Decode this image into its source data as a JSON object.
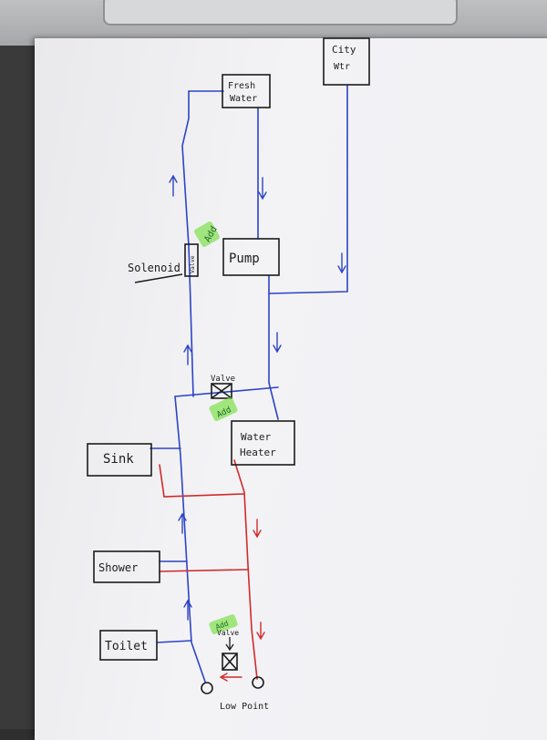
{
  "labels": {
    "fresh_water_1": "Fresh",
    "fresh_water_2": "Water",
    "city_water_1": "City",
    "city_water_2": "Wtr",
    "pump": "Pump",
    "solenoid": "Solenoid",
    "solenoid_valve": "Valve",
    "valve": "Valve",
    "water_heater_1": "Water",
    "water_heater_2": "Heater",
    "sink": "Sink",
    "shower": "Shower",
    "toilet": "Toilet",
    "low_point": "Low Point",
    "add_solenoid": "Add",
    "add_valve": "Add",
    "add_low_valve_1": "Add",
    "add_low_valve_2": "Valve"
  },
  "colors": {
    "cold_line": "#2c44c4",
    "hot_line": "#d22a2a",
    "ink": "#1c1c1c",
    "highlight": "#7ee04a"
  }
}
